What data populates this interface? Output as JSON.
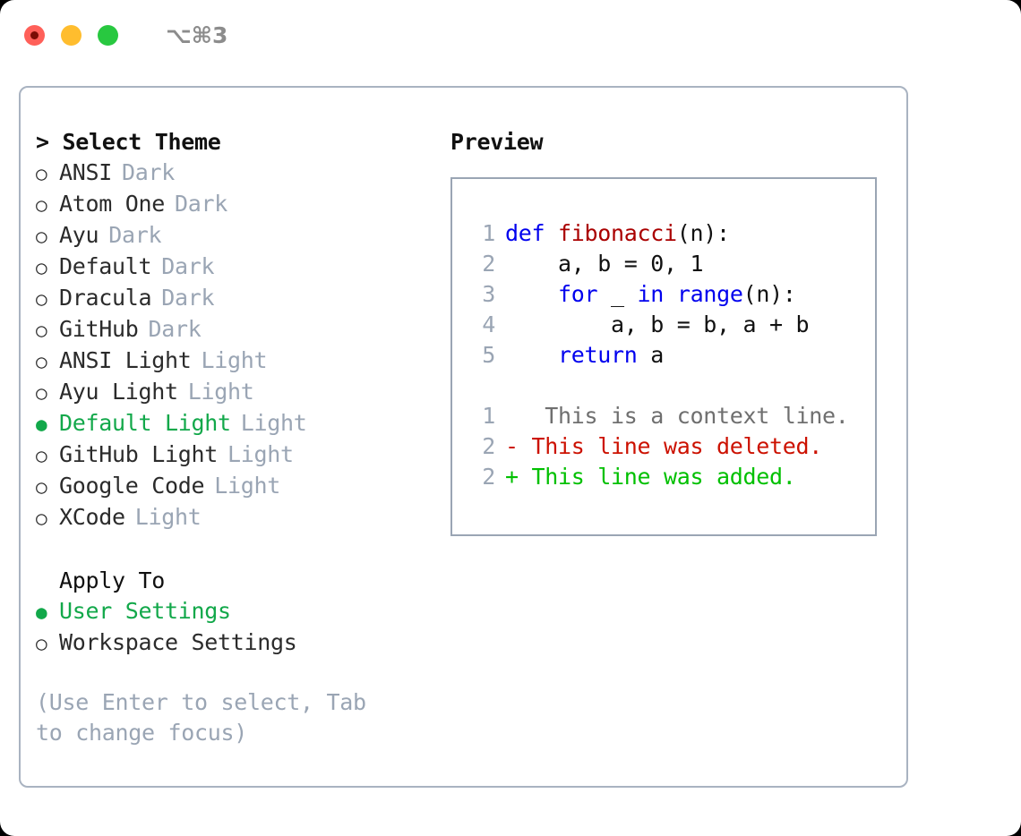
{
  "titlebar": {
    "lights": [
      {
        "name": "close",
        "color": "#ff6059"
      },
      {
        "name": "minimize",
        "color": "#ffbd2e"
      },
      {
        "name": "maximize",
        "color": "#28c840"
      }
    ],
    "shortcut": "⌥⌘3"
  },
  "theme_list": {
    "header": "> Select Theme",
    "items": [
      {
        "name": "ANSI",
        "variant": "Dark",
        "selected": false
      },
      {
        "name": "Atom One",
        "variant": "Dark",
        "selected": false
      },
      {
        "name": "Ayu",
        "variant": "Dark",
        "selected": false
      },
      {
        "name": "Default",
        "variant": "Dark",
        "selected": false
      },
      {
        "name": "Dracula",
        "variant": "Dark",
        "selected": false
      },
      {
        "name": "GitHub",
        "variant": "Dark",
        "selected": false
      },
      {
        "name": "ANSI Light",
        "variant": "Light",
        "selected": false
      },
      {
        "name": "Ayu Light",
        "variant": "Light",
        "selected": false
      },
      {
        "name": "Default Light",
        "variant": "Light",
        "selected": true
      },
      {
        "name": "GitHub Light",
        "variant": "Light",
        "selected": false
      },
      {
        "name": "Google Code",
        "variant": "Light",
        "selected": false
      },
      {
        "name": "XCode",
        "variant": "Light",
        "selected": false
      }
    ]
  },
  "apply_to": {
    "title": "Apply To",
    "options": [
      {
        "label": "User Settings",
        "selected": true
      },
      {
        "label": "Workspace Settings",
        "selected": false
      }
    ]
  },
  "hint": "(Use Enter to select, Tab to change focus)",
  "preview": {
    "title": "Preview",
    "code": [
      {
        "lineno": "1",
        "tokens": [
          {
            "t": "def ",
            "c": "kw"
          },
          {
            "t": "fibonacci",
            "c": "fn"
          },
          {
            "t": "(n):",
            "c": "plain"
          }
        ]
      },
      {
        "lineno": "2",
        "tokens": [
          {
            "t": "    a, b = 0, 1",
            "c": "plain"
          }
        ]
      },
      {
        "lineno": "3",
        "tokens": [
          {
            "t": "    ",
            "c": "plain"
          },
          {
            "t": "for",
            "c": "kw"
          },
          {
            "t": " _ ",
            "c": "plain"
          },
          {
            "t": "in",
            "c": "kw"
          },
          {
            "t": " ",
            "c": "plain"
          },
          {
            "t": "range",
            "c": "kw"
          },
          {
            "t": "(n):",
            "c": "plain"
          }
        ]
      },
      {
        "lineno": "4",
        "tokens": [
          {
            "t": "        a, b = b, a + b",
            "c": "plain"
          }
        ]
      },
      {
        "lineno": "5",
        "tokens": [
          {
            "t": "    ",
            "c": "plain"
          },
          {
            "t": "return",
            "c": "kw"
          },
          {
            "t": " a",
            "c": "plain"
          }
        ]
      }
    ],
    "diff": [
      {
        "lineno": "1",
        "marker": " ",
        "text": "  This is a context line.",
        "kind": "ctx"
      },
      {
        "lineno": "2",
        "marker": "-",
        "text": " This line was deleted.",
        "kind": "del"
      },
      {
        "lineno": "2",
        "marker": "+",
        "text": " This line was added.",
        "kind": "add"
      }
    ]
  },
  "colors": {
    "accent_green": "#12a84a",
    "diff_add": "#00c000",
    "diff_del": "#cc1100",
    "keyword_blue": "#0000ee",
    "function_red": "#aa0000",
    "muted": "#9aa5b4",
    "border": "#a9b3c1"
  }
}
